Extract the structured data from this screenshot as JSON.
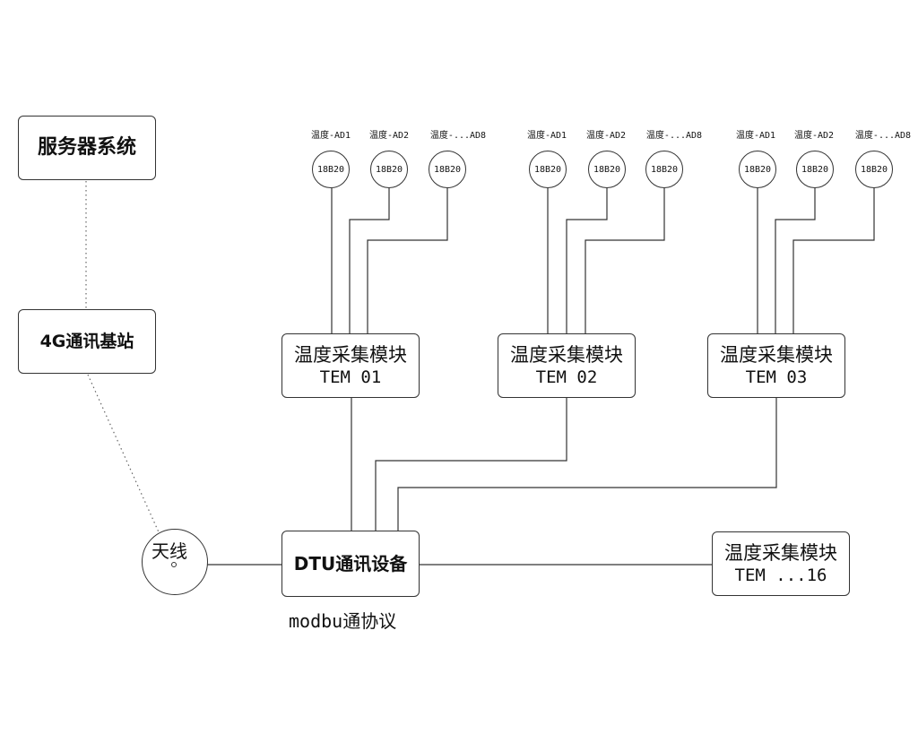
{
  "server": {
    "label": "服务器系统"
  },
  "base_station": {
    "label": "4G通讯基站"
  },
  "antenna": {
    "label": "天线"
  },
  "dtu": {
    "label": "DTU通讯设备",
    "protocol": "modbu通协议"
  },
  "modules": [
    {
      "name": "温度采集模块",
      "id": "TEM 01",
      "sensors": [
        {
          "label": "温度-AD1",
          "chip": "18B20"
        },
        {
          "label": "温度-AD2",
          "chip": "18B20"
        },
        {
          "label": "温度-...AD8",
          "chip": "18B20"
        }
      ]
    },
    {
      "name": "温度采集模块",
      "id": "TEM 02",
      "sensors": [
        {
          "label": "温度-AD1",
          "chip": "18B20"
        },
        {
          "label": "温度-AD2",
          "chip": "18B20"
        },
        {
          "label": "温度-...AD8",
          "chip": "18B20"
        }
      ]
    },
    {
      "name": "温度采集模块",
      "id": "TEM 03",
      "sensors": [
        {
          "label": "温度-AD1",
          "chip": "18B20"
        },
        {
          "label": "温度-AD2",
          "chip": "18B20"
        },
        {
          "label": "温度-...AD8",
          "chip": "18B20"
        }
      ]
    },
    {
      "name": "温度采集模块",
      "id": "TEM ...16",
      "sensors": []
    }
  ]
}
